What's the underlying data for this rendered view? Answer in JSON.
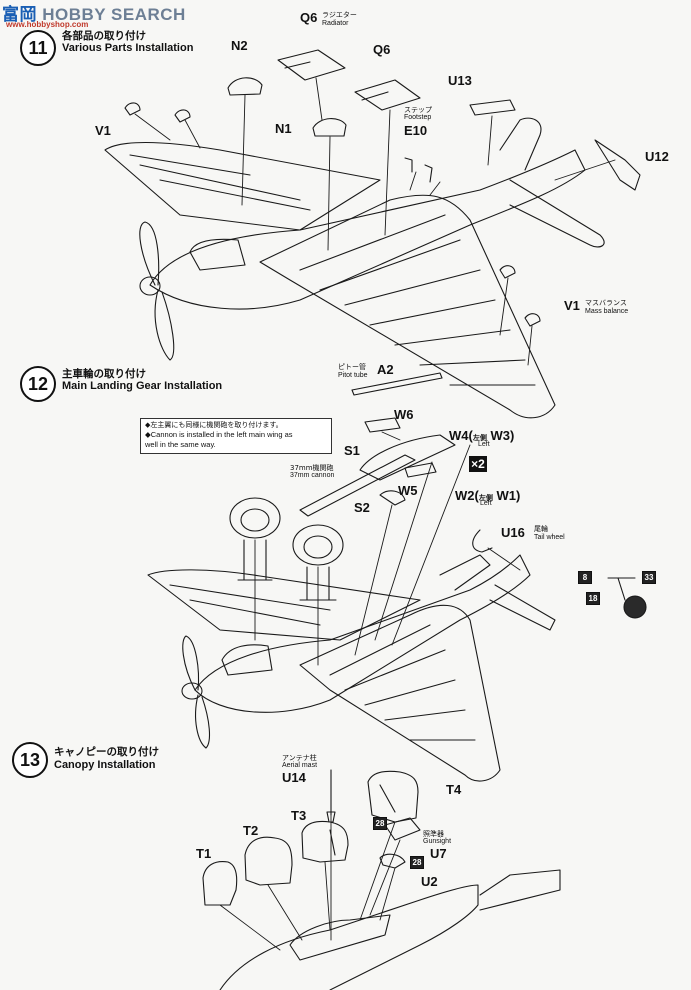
{
  "watermark": {
    "logo": "富岡",
    "word": "HOBBY SEARCH",
    "sub": "www.hobbyshop.com"
  },
  "steps": [
    {
      "number": "11",
      "jp": "各部品の取り付け",
      "en": "Various Parts Installation"
    },
    {
      "number": "12",
      "jp": "主車輪の取り付け",
      "en": "Main Landing Gear Installation"
    },
    {
      "number": "13",
      "jp": "キャノピーの取り付け",
      "en": "Canopy Installation"
    }
  ],
  "step11": {
    "n2": "N2",
    "q6_radiator": {
      "label": "Q6",
      "jp": "ラジエター",
      "en": "Radiator"
    },
    "q6": "Q6",
    "u13": "U13",
    "v1_left": "V1",
    "n1": "N1",
    "e10": {
      "label": "E10",
      "jp": "ステップ",
      "en": "Footstep"
    },
    "u12": "U12",
    "v1_mass": {
      "label": "V1",
      "jp": "マスバランス",
      "en": "Mass balance"
    },
    "a2": {
      "label": "A2",
      "jp": "ピトー管",
      "en": "Pitot tube"
    }
  },
  "step12": {
    "note_jp": "◆左主翼にも同様に機関砲を取り付けます。",
    "note_en_1": "◆Cannon is installed in the left main wing as",
    "note_en_2": "well in the same way.",
    "w6": "W6",
    "s1": "S1",
    "w4": {
      "label": "W4",
      "jp": "左側",
      "left": "Left",
      "part": "W3"
    },
    "cannon": {
      "jp": "37mm機関砲",
      "en": "37mm cannon"
    },
    "multiplier": "×2",
    "w5": "W5",
    "w2": {
      "label": "W2",
      "jp": "左側",
      "left": "Left",
      "part": "W1"
    },
    "s2": "S2",
    "u16": {
      "label": "U16",
      "jp": "尾輪",
      "en": "Tail wheel"
    },
    "tail_parts": [
      "8",
      "18",
      "33"
    ]
  },
  "step13": {
    "u14": {
      "label": "U14",
      "jp": "アンテナ柱",
      "en": "Aerial mast"
    },
    "t4": "T4",
    "t3": "T3",
    "t2": "T2",
    "t1": "T1",
    "u7": {
      "label": "U7",
      "jp": "照準器",
      "en": "Gunsight"
    },
    "u2": "U2",
    "part_boxes": [
      "28",
      "28"
    ]
  },
  "colors": {
    "line": "#1a1a1a",
    "paper": "#f7f7f5",
    "watermark_blue": "#1a5fb4"
  }
}
